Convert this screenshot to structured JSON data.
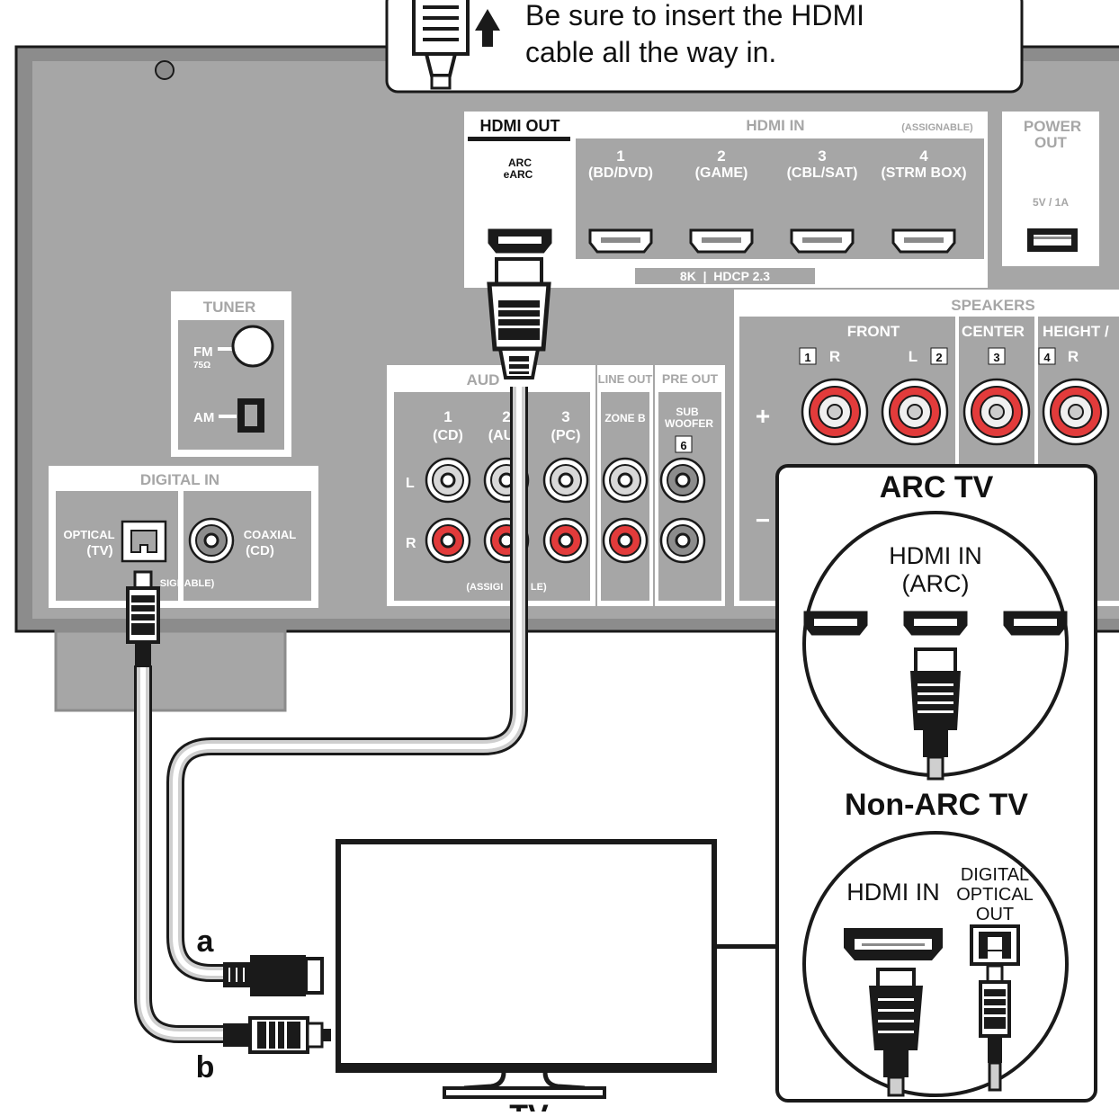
{
  "notice": {
    "line1": "Be sure to insert the HDMI",
    "line2": "cable all the way in."
  },
  "hdmi_out": {
    "title": "HDMI OUT",
    "arc": "ARC",
    "earc": "eARC"
  },
  "hdmi_in": {
    "title": "HDMI IN",
    "assignable": "(ASSIGNABLE)",
    "inputs": [
      {
        "num": "1",
        "name": "(BD/DVD)"
      },
      {
        "num": "2",
        "name": "(GAME)"
      },
      {
        "num": "3",
        "name": "(CBL/SAT)"
      },
      {
        "num": "4",
        "name": "(STRM BOX)"
      }
    ],
    "spec": "8K  |  HDCP 2.3"
  },
  "power_out": {
    "title1": "POWER",
    "title2": "OUT",
    "rating": "5V / 1A"
  },
  "tuner": {
    "title": "TUNER",
    "fm": "FM",
    "fm_ohm": "75Ω",
    "am": "AM"
  },
  "speakers": {
    "title": "SPEAKERS",
    "front": "FRONT",
    "front_r_num": "1",
    "front_r": "R",
    "front_l": "L",
    "front_l_num": "2",
    "center": "CENTER",
    "center_num": "3",
    "height": "HEIGHT /",
    "height_num": "4",
    "height_r": "R",
    "plus": "+",
    "minus": "−"
  },
  "audio_in": {
    "title": "AUD",
    "col1_num": "1",
    "col1_name": "(CD)",
    "col2_num": "2",
    "col2_name": "(AU",
    "col3_num": "3",
    "col3_name": "(PC)",
    "left": "L",
    "right": "R",
    "assignable": "(ASSIGI          LE)"
  },
  "line_out": {
    "title": "LINE OUT",
    "zone": "ZONE B"
  },
  "pre_out": {
    "title": "PRE OUT",
    "sub1": "SUB",
    "sub2": "WOOFER",
    "num": "6"
  },
  "digital_in": {
    "title": "DIGITAL IN",
    "optical1": "OPTICAL",
    "optical2": "(TV)",
    "coaxial1": "COAXIAL",
    "coaxial2": "(CD)",
    "assignable": "SIGNABLE)"
  },
  "cables": {
    "a": "a",
    "b": "b"
  },
  "tv": {
    "label": "TV"
  },
  "inset": {
    "arc_title": "ARC TV",
    "arc_port1": "HDMI IN",
    "arc_port2": "(ARC)",
    "nonarc_title": "Non-ARC TV",
    "nonarc_hdmi": "HDMI IN",
    "opt1": "DIGITAL",
    "opt2": "OPTICAL",
    "opt3": "OUT"
  },
  "colors": {
    "panel": "#a6a6a6",
    "frame": "#8c8c8c",
    "cable": "#cfcfcf",
    "outline": "#1a1a1a",
    "terminal_red": "#e23b3b"
  }
}
